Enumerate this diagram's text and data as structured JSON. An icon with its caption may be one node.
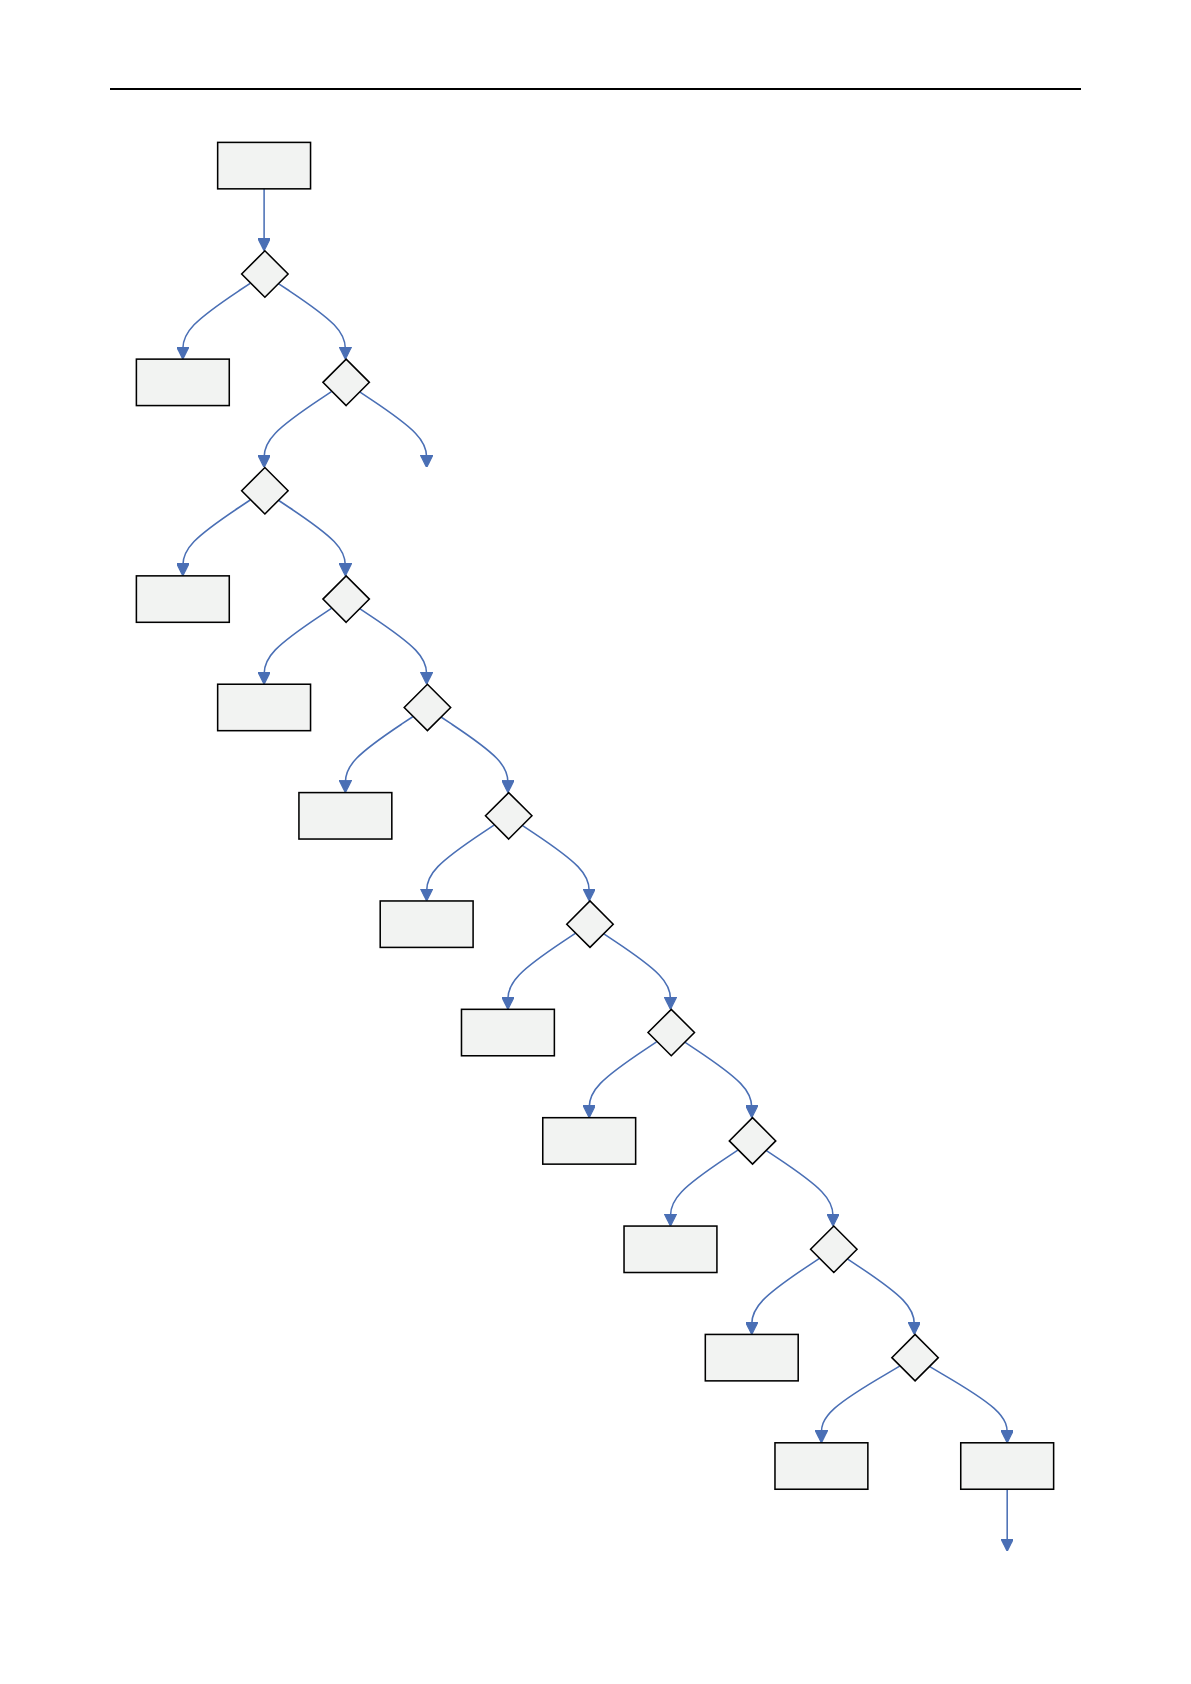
{
  "diagram": {
    "nodes": [
      {
        "text": [],
        "shape": "box"
      },
      {
        "text": [],
        "shape": "diamond"
      },
      {
        "text": [],
        "shape": "box"
      },
      {
        "text": [],
        "shape": "diamond"
      },
      {
        "text": [],
        "shape": "diamond"
      },
      {
        "text": [],
        "shape": "box"
      },
      {
        "text": [],
        "shape": "diamond"
      },
      {
        "text": [],
        "shape": "box"
      },
      {
        "text": [],
        "shape": "diamond"
      },
      {
        "text": [],
        "shape": "box"
      },
      {
        "text": [],
        "shape": "diamond"
      },
      {
        "text": [],
        "shape": "box"
      },
      {
        "text": [],
        "shape": "diamond"
      },
      {
        "text": [],
        "shape": "box"
      },
      {
        "text": [],
        "shape": "diamond"
      },
      {
        "text": [],
        "shape": "box"
      },
      {
        "text": [],
        "shape": "diamond"
      },
      {
        "text": [],
        "shape": "box"
      },
      {
        "text": [],
        "shape": "diamond"
      },
      {
        "text": [],
        "shape": "box"
      },
      {
        "text": [],
        "shape": "diamond"
      },
      {
        "text": [],
        "shape": "box"
      },
      {
        "text": [],
        "shape": "box"
      }
    ],
    "edges": [
      {
        "from": 0,
        "to": 1,
        "arrow": "to"
      },
      {
        "from": 1,
        "to": 2,
        "arrow": "to"
      },
      {
        "from": 1,
        "to": 3,
        "arrow": "to"
      },
      {
        "from": 3,
        "to": null,
        "arrow": "to"
      },
      {
        "from": 3,
        "to": 4,
        "arrow": "to"
      },
      {
        "from": 4,
        "to": 5,
        "arrow": "to"
      },
      {
        "from": 4,
        "to": 6,
        "arrow": "to"
      },
      {
        "from": 6,
        "to": 7,
        "arrow": "to"
      },
      {
        "from": 6,
        "to": 8,
        "arrow": "to"
      },
      {
        "from": 8,
        "to": 9,
        "arrow": "to"
      },
      {
        "from": 8,
        "to": 10,
        "arrow": "to"
      },
      {
        "from": 10,
        "to": 11,
        "arrow": "to"
      },
      {
        "from": 10,
        "to": 12,
        "arrow": "to"
      },
      {
        "from": 12,
        "to": 13,
        "arrow": "to"
      },
      {
        "from": 12,
        "to": 14,
        "arrow": "to"
      },
      {
        "from": 14,
        "to": 15,
        "arrow": "to"
      },
      {
        "from": 14,
        "to": 16,
        "arrow": "to"
      },
      {
        "from": 16,
        "to": 17,
        "arrow": "to"
      },
      {
        "from": 16,
        "to": 18,
        "arrow": "to"
      },
      {
        "from": 18,
        "to": 19,
        "arrow": "to"
      },
      {
        "from": 18,
        "to": 20,
        "arrow": "to"
      },
      {
        "from": 20,
        "to": 21,
        "arrow": "to"
      },
      {
        "from": 20,
        "to": 22,
        "arrow": "to"
      },
      {
        "from": 22,
        "to": null,
        "arrow": "to"
      }
    ]
  }
}
